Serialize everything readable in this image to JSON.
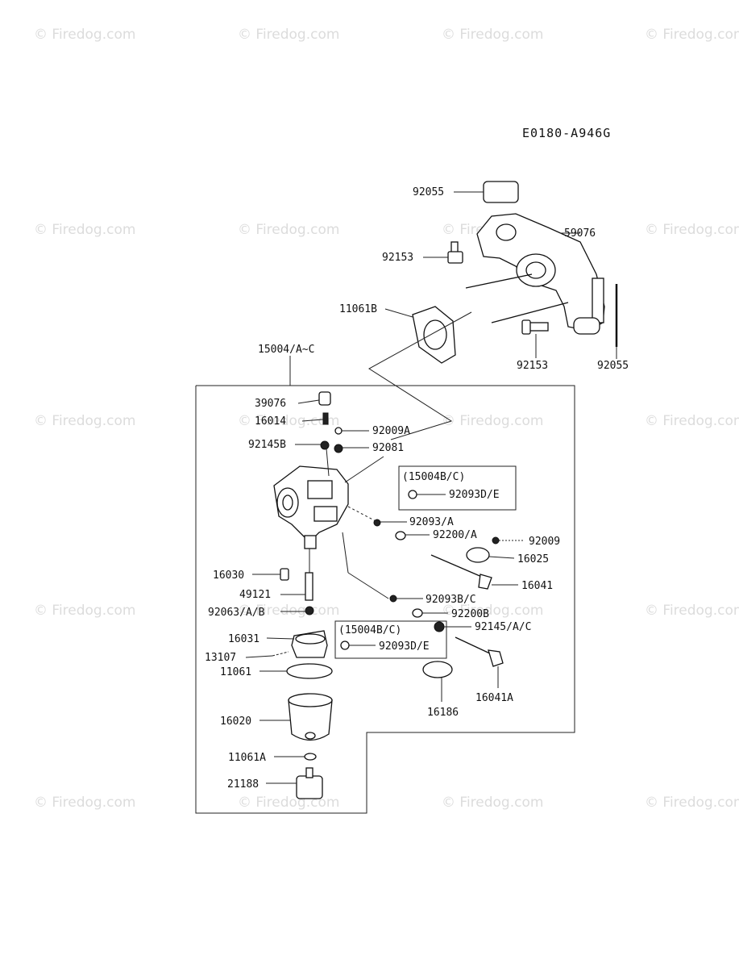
{
  "diagram_code": "E0180-A946G",
  "watermark": "© Firedog.com",
  "labels": {
    "p92055_top": "92055",
    "p59076": "59076",
    "p92153_top": "92153",
    "p11061B": "11061B",
    "p92153_bot": "92153",
    "p92055_right": "92055",
    "p15004": "15004/A~C",
    "p39076": "39076",
    "p16014": "16014",
    "p92009A": "92009A",
    "p92145B": "92145B",
    "p92081": "92081",
    "box1_title": "(15004B/C)",
    "p92093DE_1": "92093D/E",
    "p92093A": "92093/A",
    "p92200A": "92200/A",
    "p92009": "92009",
    "p16025": "16025",
    "p16030": "16030",
    "p16041": "16041",
    "p49121": "49121",
    "p92093BC": "92093B/C",
    "p92063AB": "92063/A/B",
    "p92200B": "92200B",
    "p16031": "16031",
    "p92145AC": "92145/A/C",
    "box2_title": "(15004B/C)",
    "p92093DE_2": "92093D/E",
    "p13107": "13107",
    "p11061": "11061",
    "p16041A": "16041A",
    "p16186": "16186",
    "p16020": "16020",
    "p11061A": "11061A",
    "p21188": "21188"
  }
}
